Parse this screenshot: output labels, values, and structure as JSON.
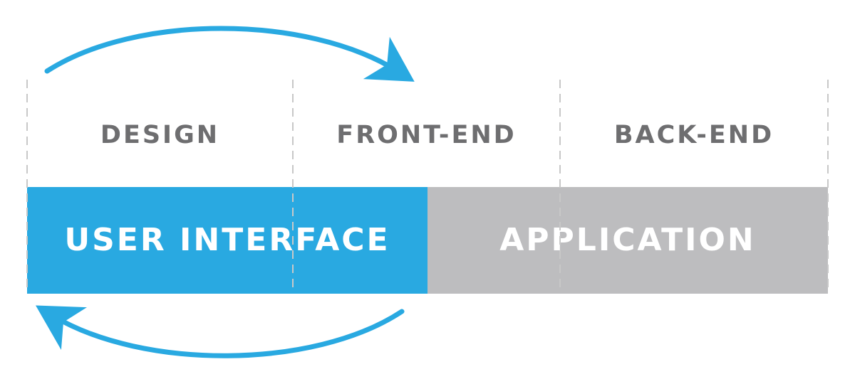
{
  "colors": {
    "ui_blue": "#29a9e1",
    "application_gray": "#bdbdbf",
    "stage_text": "#6e6e70",
    "divider": "#c8c8c8",
    "arrow": "#29a9e1"
  },
  "stages": {
    "design": "DESIGN",
    "front_end": "FRONT-END",
    "back_end": "BACK-END"
  },
  "layers": {
    "user_interface": "USER INTERFACE",
    "application": "APPLICATION"
  },
  "arrows": {
    "top": "right",
    "bottom": "left"
  }
}
